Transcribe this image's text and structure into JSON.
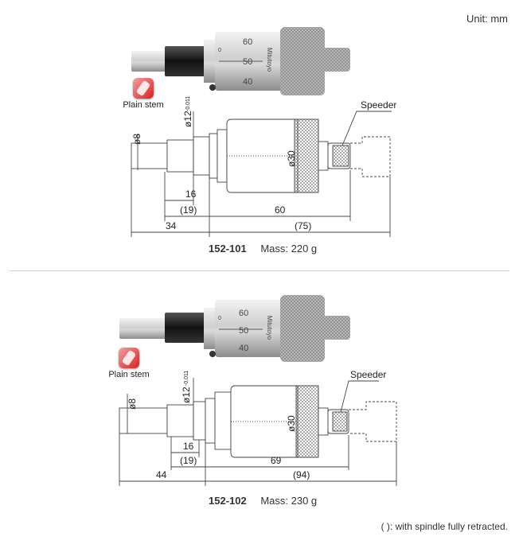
{
  "unit_label": "Unit: mm",
  "footnote": "(   ): with spindle fully retracted.",
  "products": [
    {
      "model": "152-101",
      "mass": "Mass: 220 g",
      "stem_label": "Plain stem",
      "speeder_label": "Speeder",
      "dims": {
        "stem_dia": "ø8",
        "sleeve_dia": "ø12",
        "sleeve_tol_upper": "0",
        "sleeve_tol_lower": "-0.011",
        "thimble_dia": "ø30",
        "d16": "16",
        "d19": "(19)",
        "d60": "60",
        "d34": "34",
        "d75": "(75)"
      },
      "scale_marks": [
        "60",
        "50",
        "40"
      ],
      "scale_zero": "0",
      "brand": "Mitutoyo"
    },
    {
      "model": "152-102",
      "mass": "Mass: 230 g",
      "stem_label": "Plain stem",
      "speeder_label": "Speeder",
      "dims": {
        "stem_dia": "ø8",
        "sleeve_dia": "ø12",
        "sleeve_tol_upper": "0",
        "sleeve_tol_lower": "-0.011",
        "thimble_dia": "ø30",
        "d16": "16",
        "d19": "(19)",
        "d69": "69",
        "d44": "44",
        "d94": "(94)"
      },
      "scale_marks": [
        "60",
        "50",
        "40"
      ],
      "scale_zero": "0",
      "brand": "Mitutoyo"
    }
  ]
}
